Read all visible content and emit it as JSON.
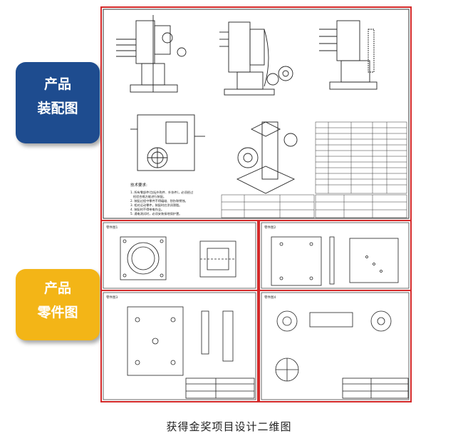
{
  "labels": {
    "assembly": {
      "line1": "产品",
      "line2": "装配图"
    },
    "parts": {
      "line1": "产品",
      "line2": "零件图"
    }
  },
  "assembly_drawing": {
    "notes_title": "技术要求:",
    "notes": [
      "1. 所有零部件(包括外购件、外协件)，必须经过",
      "检验合格方能进行装配。",
      "2. 装配过程中零件不得磕碰、划伤和锈蚀。",
      "3. 相对运动零件，装配时应涂润滑脂。",
      "4. 装配时不得带电作业。",
      "5. 通电测试时，必须安装接地保护罩。"
    ]
  },
  "part_sheet_tags": [
    "零件图1",
    "零件图2",
    "零件图3",
    "零件图4"
  ],
  "colors": {
    "blue": "#1e4c8f",
    "yellow": "#f3b517",
    "frame_red": "#d42a2a"
  },
  "caption": "获得金奖项目设计二维图"
}
